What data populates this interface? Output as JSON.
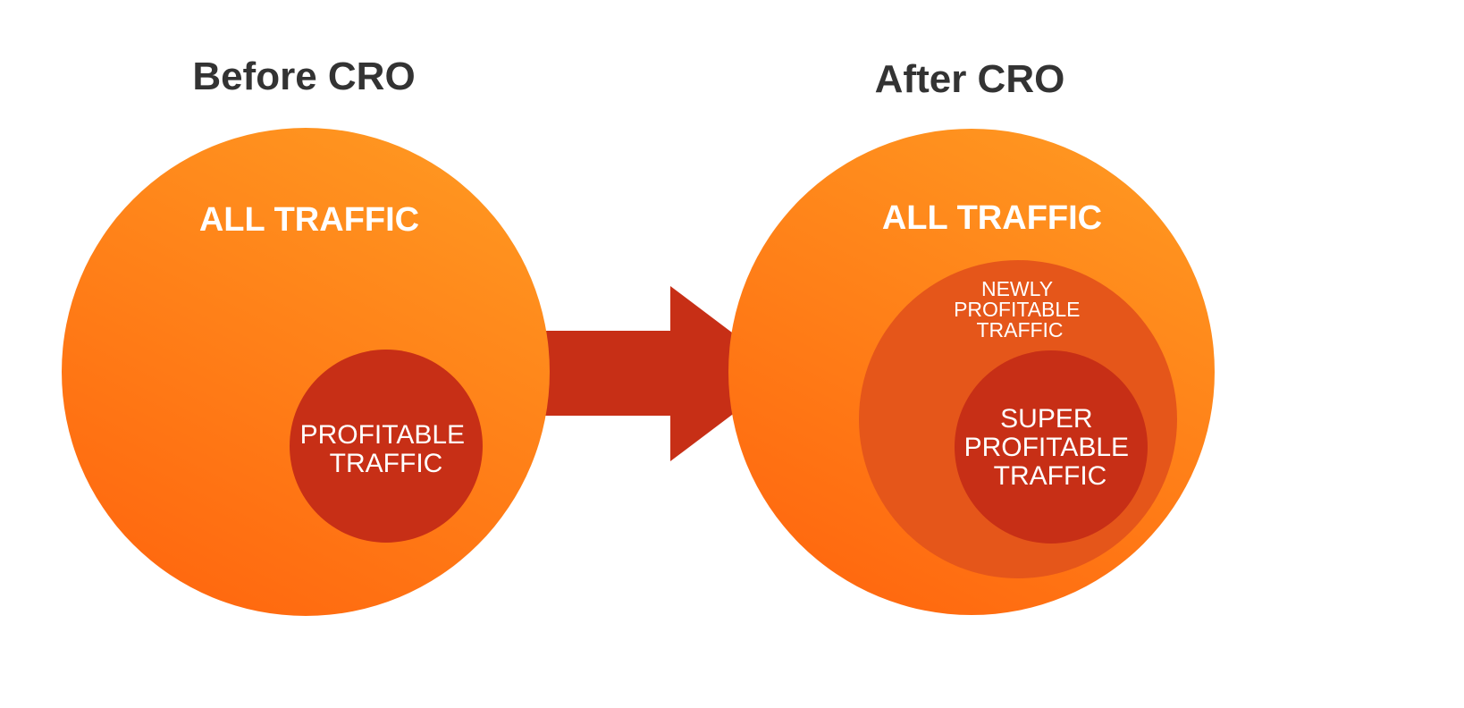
{
  "before": {
    "title": "Before CRO",
    "outer_label": "ALL TRAFFIC",
    "inner_label_lines": [
      "PROFITABLE",
      "TRAFFIC"
    ]
  },
  "after": {
    "title": "After CRO",
    "outer_label": "ALL TRAFFIC",
    "middle_label_lines": [
      "NEWLY",
      "PROFITABLE",
      "TRAFFIC"
    ],
    "inner_label_lines": [
      "SUPER",
      "PROFITABLE",
      "TRAFFIC"
    ]
  },
  "colors": {
    "heading_text": "#333333",
    "outer_circle_light": "#ff9520",
    "outer_circle_dark": "#ff6a10",
    "middle_circle": "#e5561a",
    "inner_circle": "#c72f16",
    "arrow": "#c72f16",
    "label_text": "#ffffff"
  }
}
